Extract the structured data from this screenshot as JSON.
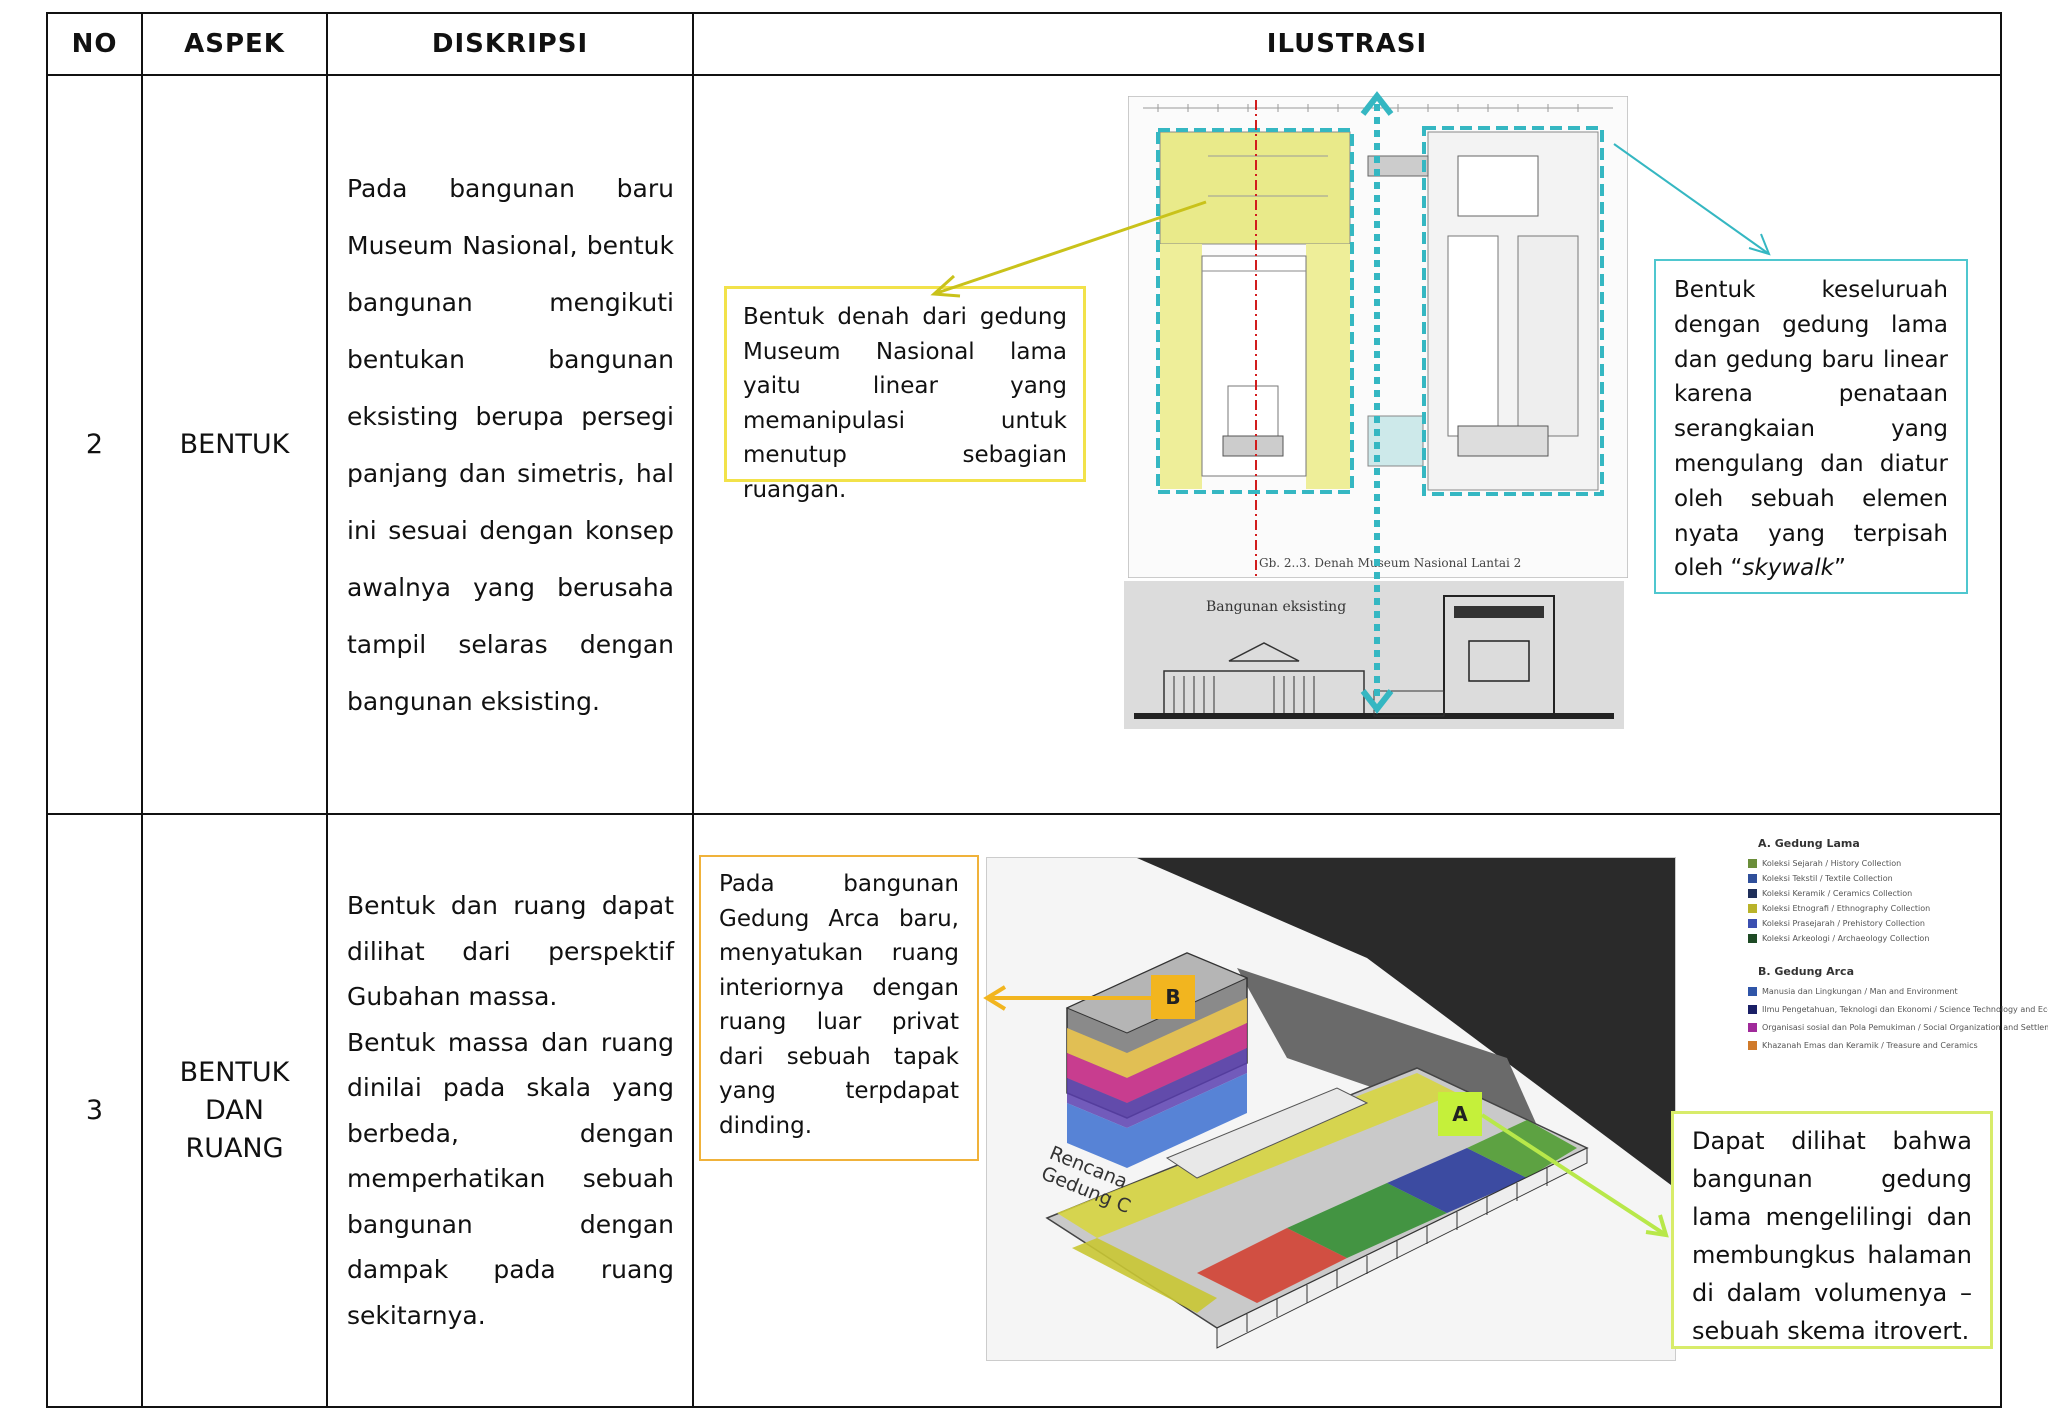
{
  "header": {
    "no": "NO",
    "aspek": "ASPEK",
    "deskripsi": "DISKRIPSI",
    "ilustrasi": "ILUSTRASI"
  },
  "rows": [
    {
      "no": "2",
      "aspek": "BENTUK",
      "deskripsi": "Pada bangunan baru Museum Nasional, bentuk bangunan mengikuti bentukan bangunan eksisting berupa persegi panjang dan simetris, hal ini sesuai dengan konsep awalnya yang berusaha tampil selaras dengan bangunan eksisting.",
      "callout_left": "Bentuk denah dari gedung Museum Nasional lama yaitu linear yang memanipulasi untuk menutup sebagian ruangan.",
      "callout_right_prefix": "Bentuk keseluruah dengan gedung lama dan gedung baru linear karena penataan serangkaian yang mengulang dan diatur oleh sebuah elemen nyata yang terpisah oleh “",
      "callout_right_italic": "skywalk",
      "callout_right_suffix": "”",
      "plan_caption": "Gb. 2..3. Denah Museum Nasional Lantai 2",
      "elevation_label": "Bangunan eksisting"
    },
    {
      "no": "3",
      "aspek_lines": [
        "BENTUK",
        "DAN",
        "RUANG"
      ],
      "deskripsi_p1": "Bentuk dan ruang dapat dilihat dari perspektif Gubahan massa.",
      "deskripsi_p2": "Bentuk massa dan ruang dinilai pada skala yang berbeda, dengan memperhatikan sebuah bangunan dengan dampak pada ruang sekitarnya.",
      "callout_left": "Pada bangunan Gedung Arca baru, menyatukan ruang interiornya dengan ruang luar privat dari sebuah tapak yang terpdapat dinding.",
      "callout_right": "Dapat dilihat bahwa bangunan gedung lama mengelilingi dan membungkus halaman di dalam volumenya – sebuah skema itrovert.",
      "tag_b": "B",
      "tag_a": "A",
      "rencana_lines": [
        "Rencana",
        "Gedung C"
      ],
      "legend": {
        "title_a": "A. Gedung Lama",
        "items_a": [
          {
            "label": "Koleksi Sejarah / History Collection",
            "color": "#6b8e3a"
          },
          {
            "label": "Koleksi Tekstil / Textile Collection",
            "color": "#2f4f9a"
          },
          {
            "label": "Koleksi Keramik / Ceramics Collection",
            "color": "#1f2f5a"
          },
          {
            "label": "Koleksi Etnografi / Ethnography Collection",
            "color": "#b9b32a"
          },
          {
            "label": "Koleksi Prasejarah / Prehistory Collection",
            "color": "#3b4fb0"
          },
          {
            "label": "Koleksi Arkeologi / Archaeology Collection",
            "color": "#1e4a25"
          }
        ],
        "title_b": "B. Gedung Arca",
        "items_b": [
          {
            "label": "Manusia dan Lingkungan / Man and Environment",
            "color": "#2f55a8"
          },
          {
            "label": "Ilmu Pengetahuan, Teknologi dan Ekonomi / Science Technology and Economy",
            "color": "#1a1f66"
          },
          {
            "label": "Organisasi sosial dan Pola Pemukiman / Social Organization and Settlement Pattern",
            "color": "#a02a9a"
          },
          {
            "label": "Khazanah Emas dan Keramik / Treasure and Ceramics",
            "color": "#d07a2a"
          }
        ]
      }
    }
  ]
}
